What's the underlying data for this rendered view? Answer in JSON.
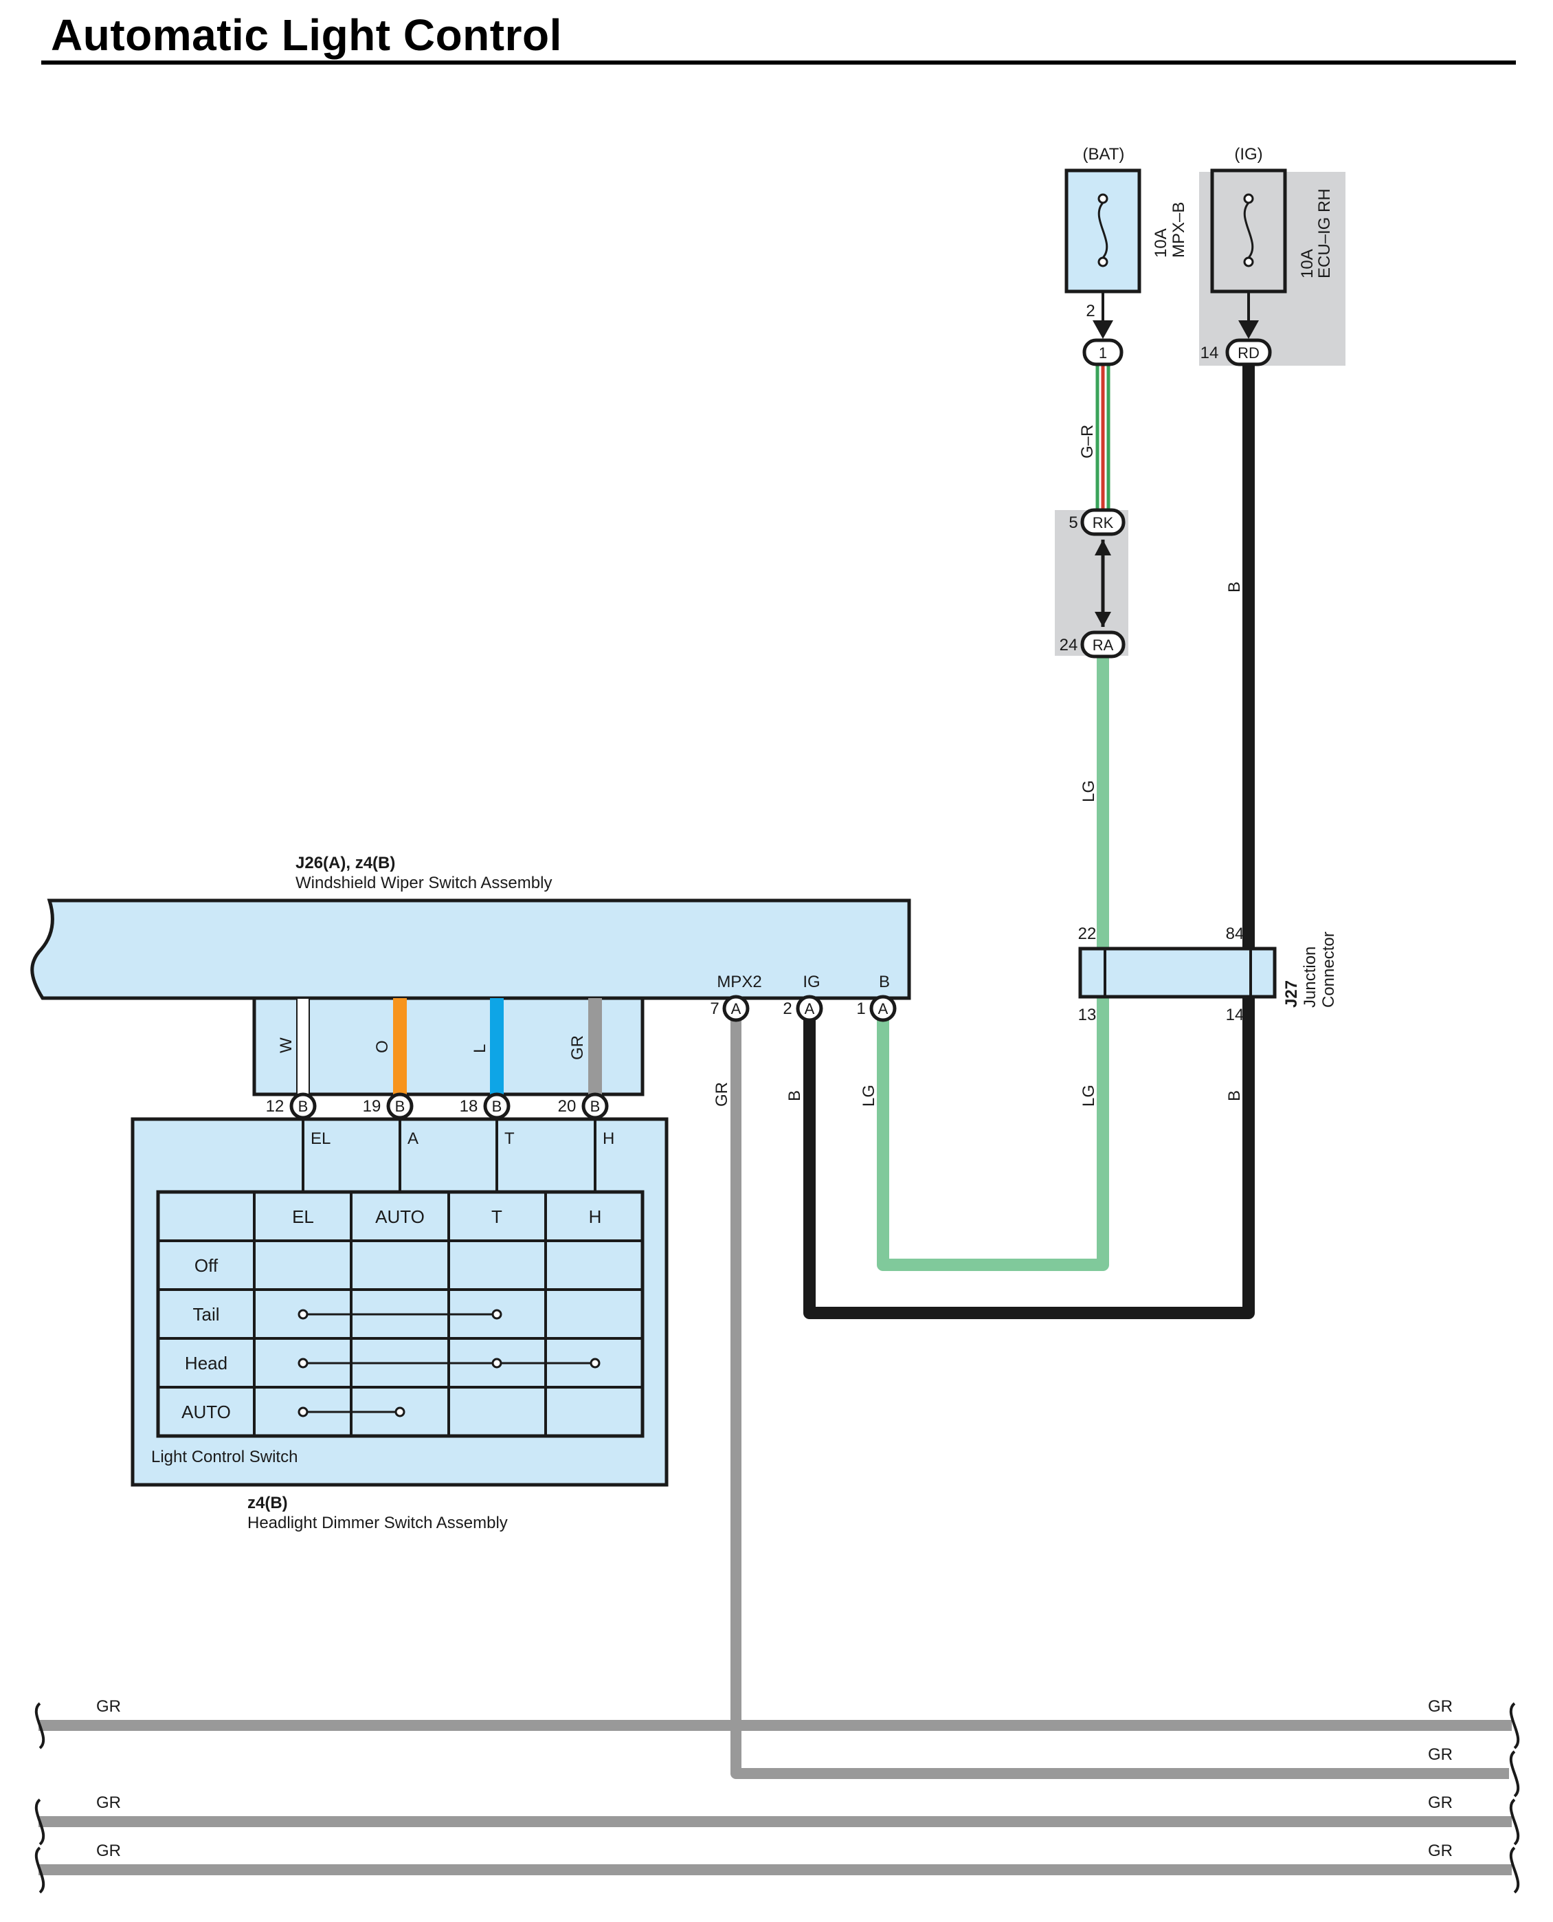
{
  "title": "Automatic Light Control",
  "colors": {
    "component_fill": "#cce8f8",
    "shade": "#d3d4d6",
    "wire_black": "#1a1a1a",
    "wire_gray": "#999999",
    "wire_light_green": "#80c99b",
    "wire_green": "#3aa35a",
    "wire_red": "#d23a2e",
    "wire_orange": "#f7941d",
    "wire_blue": "#0ea5e6"
  },
  "fuses": [
    {
      "source": "(BAT)",
      "rating": "10A",
      "name": "MPX–B",
      "pin": "2",
      "connector_pin": "1"
    },
    {
      "source": "(IG)",
      "rating": "10A",
      "name": "ECU–IG RH",
      "pin": "14",
      "connector": "RD"
    }
  ],
  "wire_labels": {
    "g_r": "G–R",
    "lg": "LG",
    "b": "B",
    "gr": "GR",
    "w": "W",
    "o": "O",
    "l": "L"
  },
  "relay_connectors": [
    {
      "pin": "5",
      "connector": "RK"
    },
    {
      "pin": "24",
      "connector": "RA"
    }
  ],
  "junction": {
    "id": "J27",
    "name_line1": "Junction",
    "name_line2": "Connector",
    "pins_top": [
      "22",
      "84"
    ],
    "pins_bottom": [
      "13",
      "14"
    ]
  },
  "wiper_assembly": {
    "id": "J26(A), z4(B)",
    "name": "Windshield Wiper Switch Assembly",
    "terminals": [
      {
        "label": "MPX2",
        "pin": "7",
        "connector": "A"
      },
      {
        "label": "IG",
        "pin": "2",
        "connector": "A"
      },
      {
        "label": "B",
        "pin": "1",
        "connector": "A"
      }
    ],
    "b_pins": [
      {
        "pin": "12",
        "connector": "B",
        "signal": "EL"
      },
      {
        "pin": "19",
        "connector": "B",
        "signal": "A"
      },
      {
        "pin": "18",
        "connector": "B",
        "signal": "T"
      },
      {
        "pin": "20",
        "connector": "B",
        "signal": "H"
      }
    ]
  },
  "light_switch": {
    "label": "Light Control Switch",
    "columns": [
      "EL",
      "AUTO",
      "T",
      "H"
    ],
    "rows": [
      {
        "name": "Off",
        "links": []
      },
      {
        "name": "Tail",
        "links": [
          0,
          2
        ]
      },
      {
        "name": "Head",
        "links": [
          0,
          2,
          3
        ]
      },
      {
        "name": "AUTO",
        "links": [
          0,
          1
        ]
      }
    ]
  },
  "dimmer_assembly": {
    "id": "z4(B)",
    "name": "Headlight Dimmer Switch Assembly"
  },
  "bus_labels": [
    "GR",
    "GR",
    "GR",
    "GR",
    "GR",
    "GR",
    "GR"
  ]
}
